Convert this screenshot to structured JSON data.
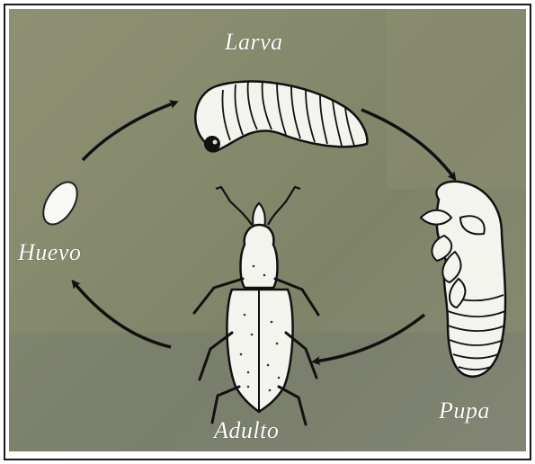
{
  "stages": {
    "egg": "Huevo",
    "larva": "Larva",
    "pupa": "Pupa",
    "adult": "Adulto"
  },
  "colors": {
    "background": "#878a6e",
    "ink": "#111111",
    "body_fill": "#f4f4ee",
    "label": "#ffffff"
  }
}
